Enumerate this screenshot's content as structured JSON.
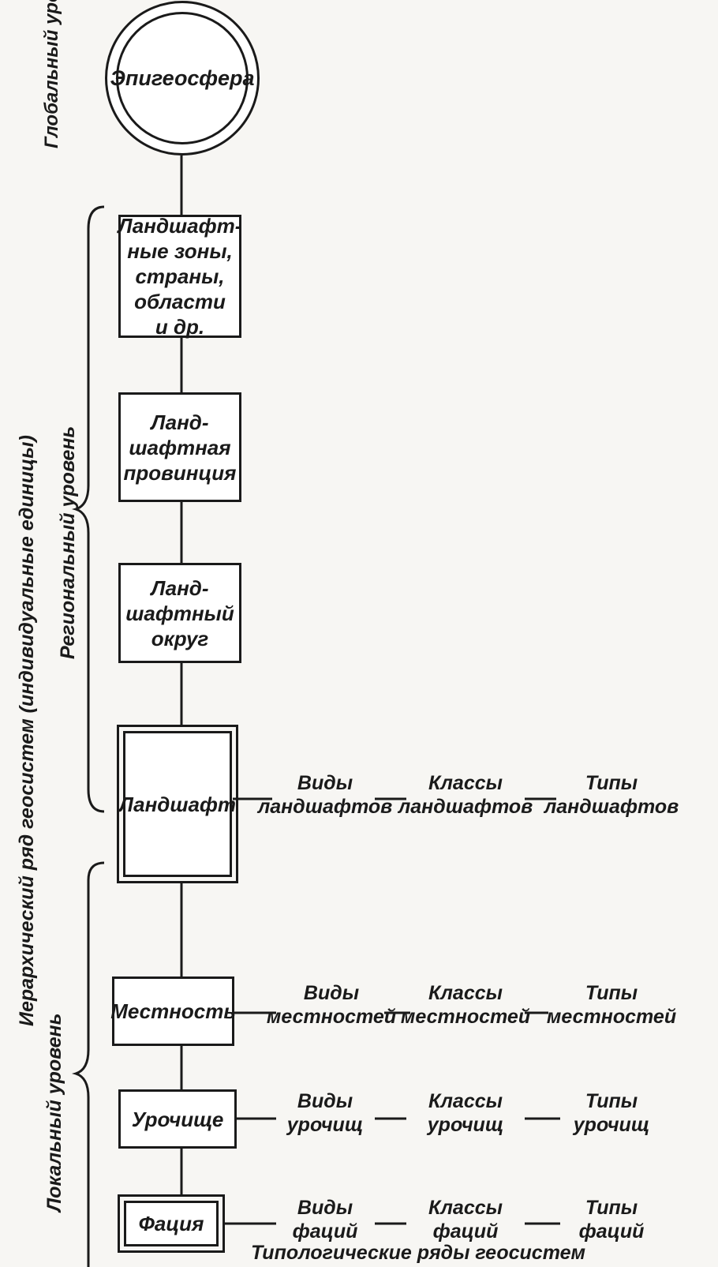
{
  "diagram": {
    "global_node": "Эпигеосфера",
    "left_labels": {
      "global_level": "Глобальный уровень",
      "hierarchy_axis": "Иерархический ряд геосистем (индивидуальные единицы)",
      "regional_level": "Региональный уровень",
      "local_level": "Локальный уровень"
    },
    "regional_nodes": [
      {
        "lines": [
          "Ландшафт-",
          "ные зоны,",
          "страны,",
          "области",
          "и др."
        ]
      },
      {
        "lines": [
          "Ланд-",
          "шафтная",
          "провинция"
        ]
      },
      {
        "lines": [
          "Ланд-",
          "шафтный",
          "округ"
        ]
      },
      {
        "lines": [
          "Ландшафт"
        ]
      }
    ],
    "local_nodes": [
      {
        "lines": [
          "Местность"
        ]
      },
      {
        "lines": [
          "Урочище"
        ]
      },
      {
        "lines": [
          "Фация"
        ]
      }
    ],
    "typology_rows": [
      {
        "types": [
          "Виды ландшафтов",
          "Классы ландшафтов",
          "Типы ландшафтов"
        ]
      },
      {
        "types": [
          "Виды местностей",
          "Классы местностей",
          "Типы местностей"
        ]
      },
      {
        "types": [
          "Виды урочищ",
          "Классы урочищ",
          "Типы урочищ"
        ]
      },
      {
        "types": [
          "Виды фаций",
          "Классы фаций",
          "Типы фаций"
        ]
      }
    ],
    "bottom_caption": "Типологические ряды геосистем"
  }
}
